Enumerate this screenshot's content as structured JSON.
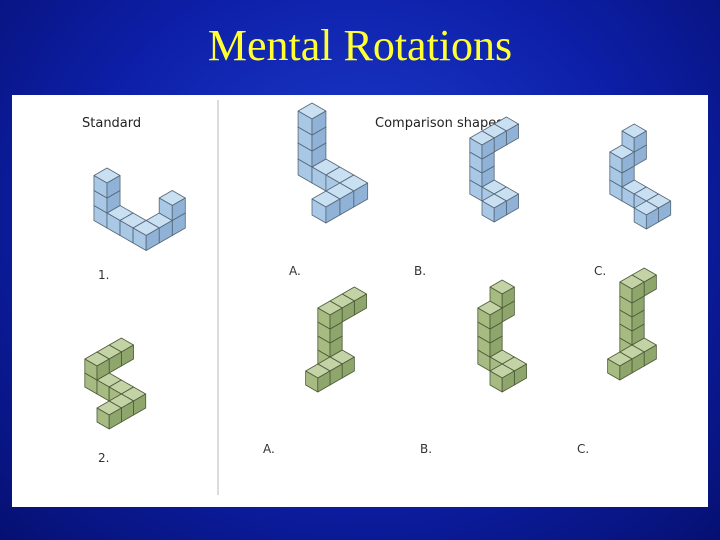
{
  "slide": {
    "title": "Mental Rotations"
  },
  "figure": {
    "standard_header": "Standard",
    "comparison_header": "Comparison shapes",
    "rows": [
      {
        "standard_label": "1.",
        "labels": [
          "A.",
          "B.",
          "C."
        ]
      },
      {
        "standard_label": "2.",
        "labels": [
          "A.",
          "B.",
          "C."
        ]
      }
    ]
  },
  "colors": {
    "background": "#0d1fa8",
    "title": "#ffff33",
    "blue_cube_top": "#c9dff2",
    "blue_cube_left": "#a9c8e6",
    "blue_cube_right": "#8fb2d6",
    "green_cube_top": "#c4d3a5",
    "green_cube_left": "#a6ba82",
    "green_cube_right": "#8ea56c"
  }
}
